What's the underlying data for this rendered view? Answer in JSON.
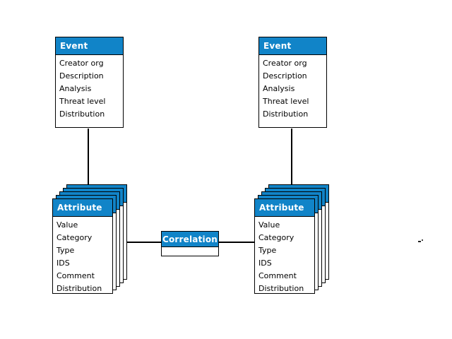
{
  "colors": {
    "header_blue": "#1184c8",
    "border": "#000000",
    "background": "#ffffff",
    "header_text": "#ffffff"
  },
  "diagram": {
    "event_left": {
      "title": "Event",
      "fields": [
        "Creator org",
        "Description",
        "Analysis",
        "Threat level",
        "Distribution"
      ]
    },
    "event_right": {
      "title": "Event",
      "fields": [
        "Creator org",
        "Description",
        "Analysis",
        "Threat level",
        "Distribution"
      ]
    },
    "attribute_left": {
      "title": "Attribute",
      "stack_count": 5,
      "fields": [
        "Value",
        "Category",
        "Type",
        "IDS",
        "Comment",
        "Distribution"
      ]
    },
    "attribute_right": {
      "title": "Attribute",
      "stack_count": 5,
      "fields": [
        "Value",
        "Category",
        "Type",
        "IDS",
        "Comment",
        "Distribution"
      ]
    },
    "correlation": {
      "title": "Correlation"
    }
  }
}
